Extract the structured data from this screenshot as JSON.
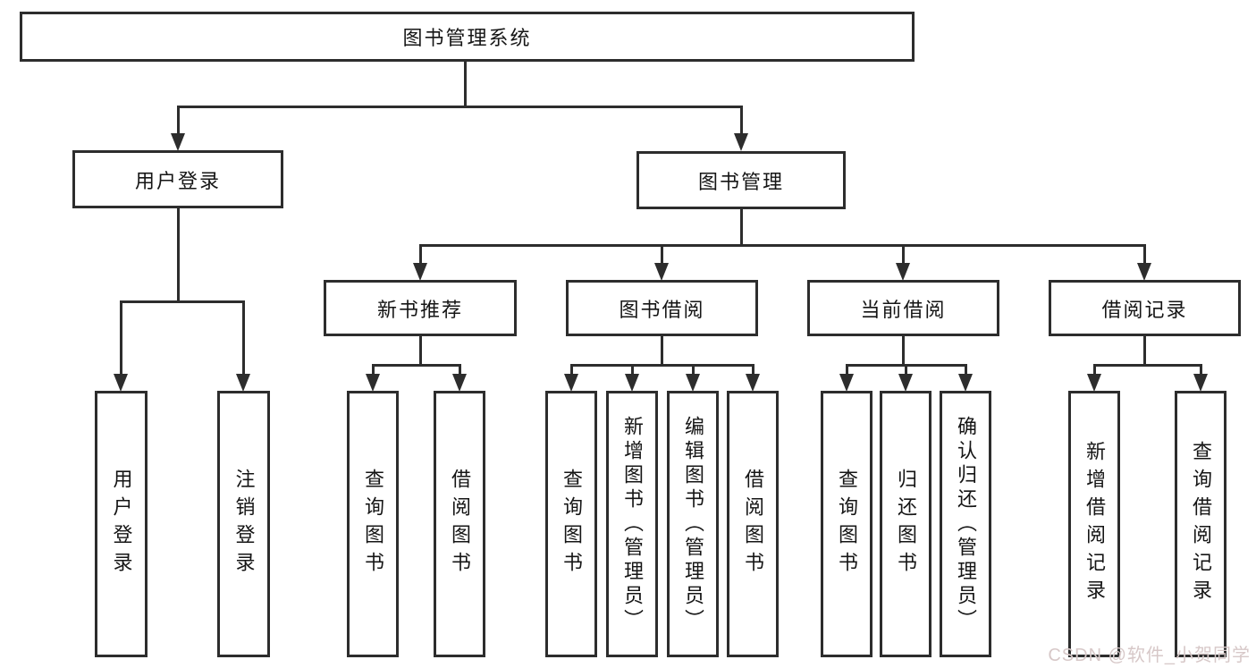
{
  "page": {
    "background": "#ffffff",
    "line_color": "#2d2d2d",
    "text_color": "#151515"
  },
  "watermark": {
    "text": "CSDN @软件_小贺同学",
    "color": "#d7c8c8"
  },
  "diagram": {
    "type": "hierarchy",
    "root": {
      "label": "图书管理系统",
      "children": [
        {
          "label": "用户登录",
          "children": [
            {
              "label": "用户登录"
            },
            {
              "label": "注销登录"
            }
          ]
        },
        {
          "label": "图书管理",
          "children": [
            {
              "label": "新书推荐",
              "children": [
                {
                  "label": "查询图书"
                },
                {
                  "label": "借阅图书"
                }
              ]
            },
            {
              "label": "图书借阅",
              "children": [
                {
                  "label": "查询图书"
                },
                {
                  "label": "新增图书（管理员）"
                },
                {
                  "label": "编辑图书（管理员）"
                },
                {
                  "label": "借阅图书"
                }
              ]
            },
            {
              "label": "当前借阅",
              "children": [
                {
                  "label": "查询图书"
                },
                {
                  "label": "归还图书"
                },
                {
                  "label": "确认归还（管理员）"
                }
              ]
            },
            {
              "label": "借阅记录",
              "children": [
                {
                  "label": "新增借阅记录"
                },
                {
                  "label": "查询借阅记录"
                }
              ]
            }
          ]
        }
      ]
    }
  }
}
